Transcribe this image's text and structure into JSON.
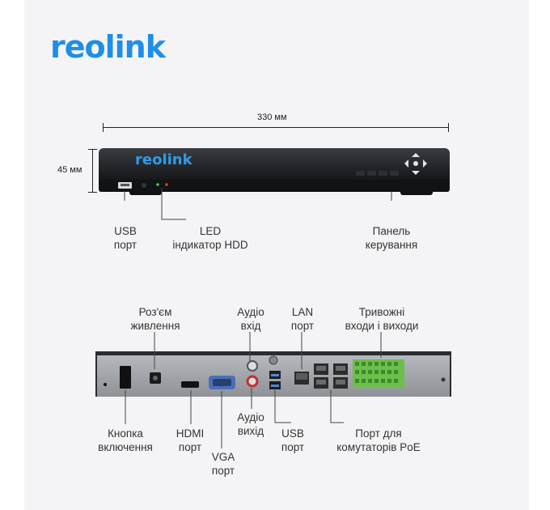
{
  "brand": {
    "logo": "reolink",
    "device_logo": "reolink",
    "color": "#1f8ee8"
  },
  "dimensions": {
    "width": "330 мм",
    "height": "45 мм"
  },
  "front_labels": {
    "usb": [
      "USB",
      "порт"
    ],
    "led": [
      "LED",
      "індикатор HDD"
    ],
    "panel": [
      "Панель",
      "керування"
    ]
  },
  "back_labels": {
    "power_connector": [
      "Роз'єм",
      "живлення"
    ],
    "audio_in": [
      "Аудіо",
      "вхід"
    ],
    "lan": [
      "LAN",
      "порт"
    ],
    "alarm": [
      "Тривожні",
      "входи і виходи"
    ],
    "power_button": [
      "Кнопка",
      "включення"
    ],
    "hdmi": [
      "HDMI",
      "порт"
    ],
    "vga": [
      "VGA",
      "порт"
    ],
    "audio_out": [
      "Аудіо",
      "вихід"
    ],
    "usb": [
      "USB",
      "порт"
    ],
    "poe": [
      "Порт для",
      "комутаторів PoE"
    ]
  }
}
